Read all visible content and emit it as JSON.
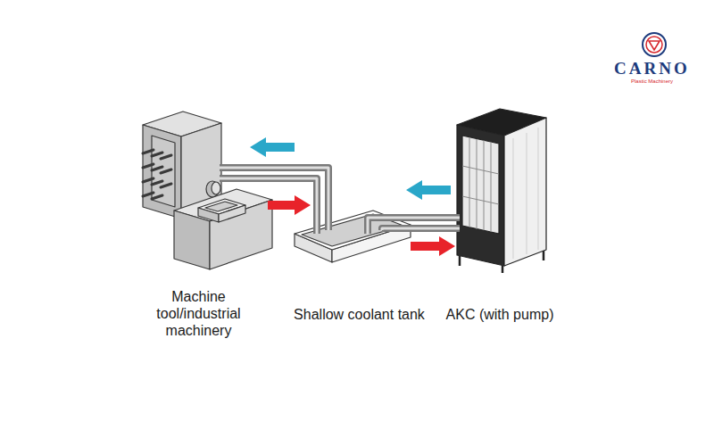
{
  "diagram": {
    "nodes": [
      {
        "text": [
          "Machine tool/industrial machinery"
        ]
      },
      {
        "text": [
          "Shallow coolant tank"
        ]
      },
      {
        "text": [
          "AKC (with pump)"
        ]
      }
    ],
    "edges": [
      {
        "from": 0,
        "to": 1,
        "arrow": "none"
      },
      {
        "from": 0,
        "to": 1,
        "arrow": "none"
      },
      {
        "from": 1,
        "to": 2,
        "arrow": "none"
      },
      {
        "from": 1,
        "to": 2,
        "arrow": "none"
      }
    ],
    "labels": [
      "CARNO",
      "Plastic Machinery"
    ]
  }
}
